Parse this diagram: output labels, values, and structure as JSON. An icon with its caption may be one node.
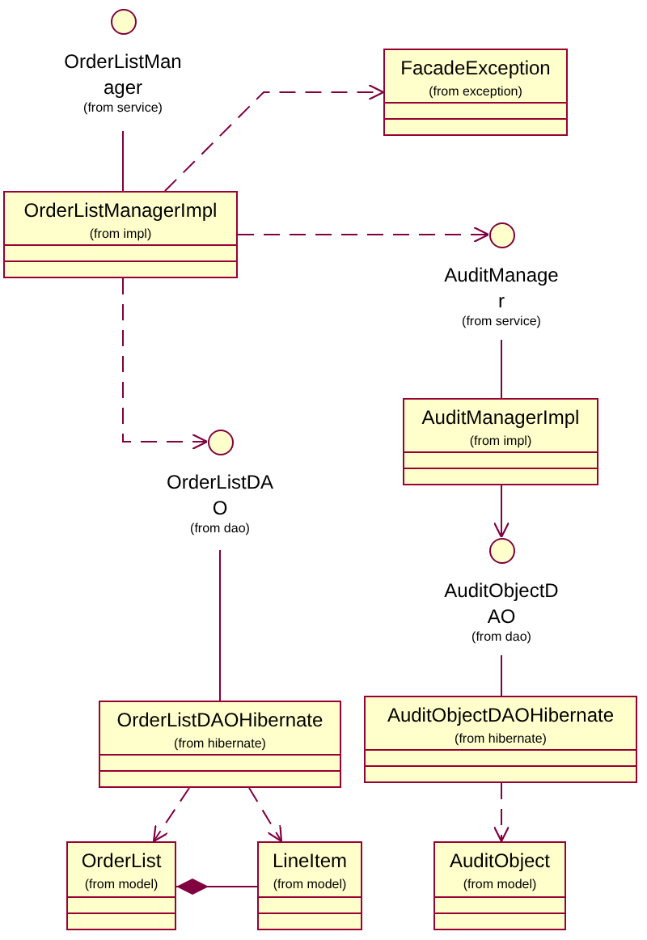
{
  "diagram": {
    "nodes": [
      {
        "text": [
          "OrderListManager",
          "(from service)"
        ]
      },
      {
        "text": [
          "FacadeException",
          "(from exception)"
        ]
      },
      {
        "text": [
          "OrderListManagerImpl",
          "(from impl)"
        ]
      },
      {
        "text": [
          "AuditManager",
          "(from service)"
        ]
      },
      {
        "text": [
          "OrderListDAO",
          "(from dao)"
        ]
      },
      {
        "text": [
          "AuditManagerImpl",
          "(from impl)"
        ]
      },
      {
        "text": [
          "AuditObjectDAO",
          "(from dao)"
        ]
      },
      {
        "text": [
          "OrderListDAOHibernate",
          "(from hibernate)"
        ]
      },
      {
        "text": [
          "AuditObjectDAOHibernate",
          "(from hibernate)"
        ]
      },
      {
        "text": [
          "OrderList",
          "(from model)"
        ]
      },
      {
        "text": [
          "LineItem",
          "(from model)"
        ]
      },
      {
        "text": [
          "AuditObject",
          "(from model)"
        ]
      }
    ],
    "edges": [
      {
        "from": 2,
        "to": 0,
        "arrow": "none"
      },
      {
        "from": 2,
        "to": 1,
        "arrow": "to",
        "style": "dashed"
      },
      {
        "from": 2,
        "to": 3,
        "arrow": "to",
        "style": "dashed"
      },
      {
        "from": 2,
        "to": 4,
        "arrow": "to",
        "style": "dashed"
      },
      {
        "from": 5,
        "to": 3,
        "arrow": "none"
      },
      {
        "from": 5,
        "to": 6,
        "arrow": "to"
      },
      {
        "from": 7,
        "to": 4,
        "arrow": "none"
      },
      {
        "from": 8,
        "to": 6,
        "arrow": "none"
      },
      {
        "from": 7,
        "to": 9,
        "arrow": "to",
        "style": "dashed"
      },
      {
        "from": 7,
        "to": 10,
        "arrow": "to",
        "style": "dashed"
      },
      {
        "from": 9,
        "to": 10,
        "arrow": "other"
      },
      {
        "from": 8,
        "to": 11,
        "arrow": "to",
        "style": "dashed"
      }
    ]
  }
}
